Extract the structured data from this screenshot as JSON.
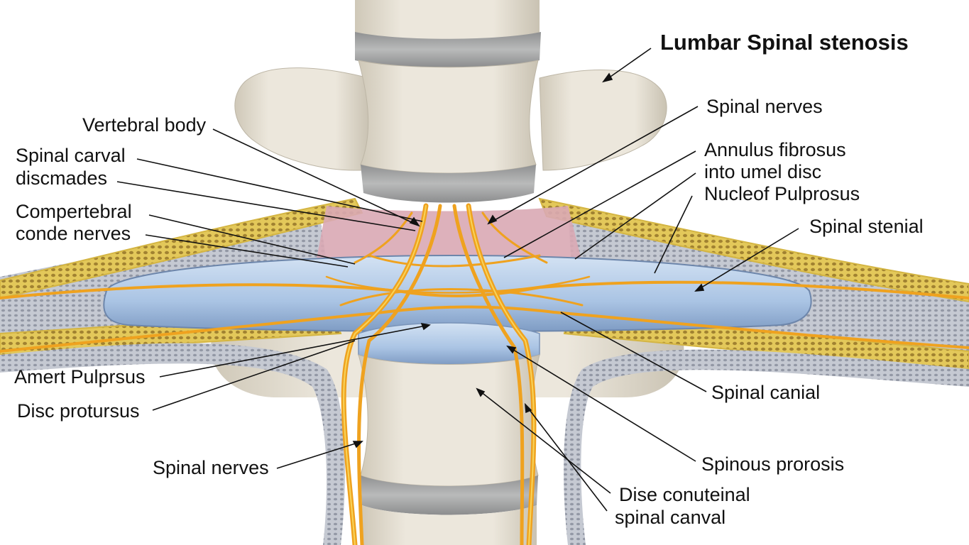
{
  "title": "Lumbar Spinal stenosis",
  "labels": {
    "vertebral_body": "Vertebral body",
    "spinal_carval": "Spinal carval",
    "discmades": "discmades",
    "compertebral": "Compertebral",
    "conde_nerves": "conde nerves",
    "amert_pulprsus": "Amert Pulprsus",
    "disc_protursus": "Disc protursus",
    "spinal_nerves_bottom": "Spinal nerves",
    "spinal_nerves_top": "Spinal nerves",
    "annulus_fibrosus": "Annulus fibrosus",
    "into_umel_disc": "into umel disc",
    "nucleof_pulprosus": "Nucleof Pulprosus",
    "spinal_stenial": "Spinal stenial",
    "spinal_canial": "Spinal canial",
    "spinous_prorosis": "Spinous prorosis",
    "dise_conuteinal": "Dise conuteinal",
    "spinal_canval": "spinal canval"
  },
  "colors": {
    "bone": "#e6e1d6",
    "bone_shadow": "#cfc8b8",
    "disc_gray": "#a9aaaa",
    "disc_blue": "#b9d0ea",
    "yellow_tissue": "#efd774",
    "pink_canal": "#d9a9b4",
    "nerve": "#efa21f",
    "leader": "#111111"
  }
}
